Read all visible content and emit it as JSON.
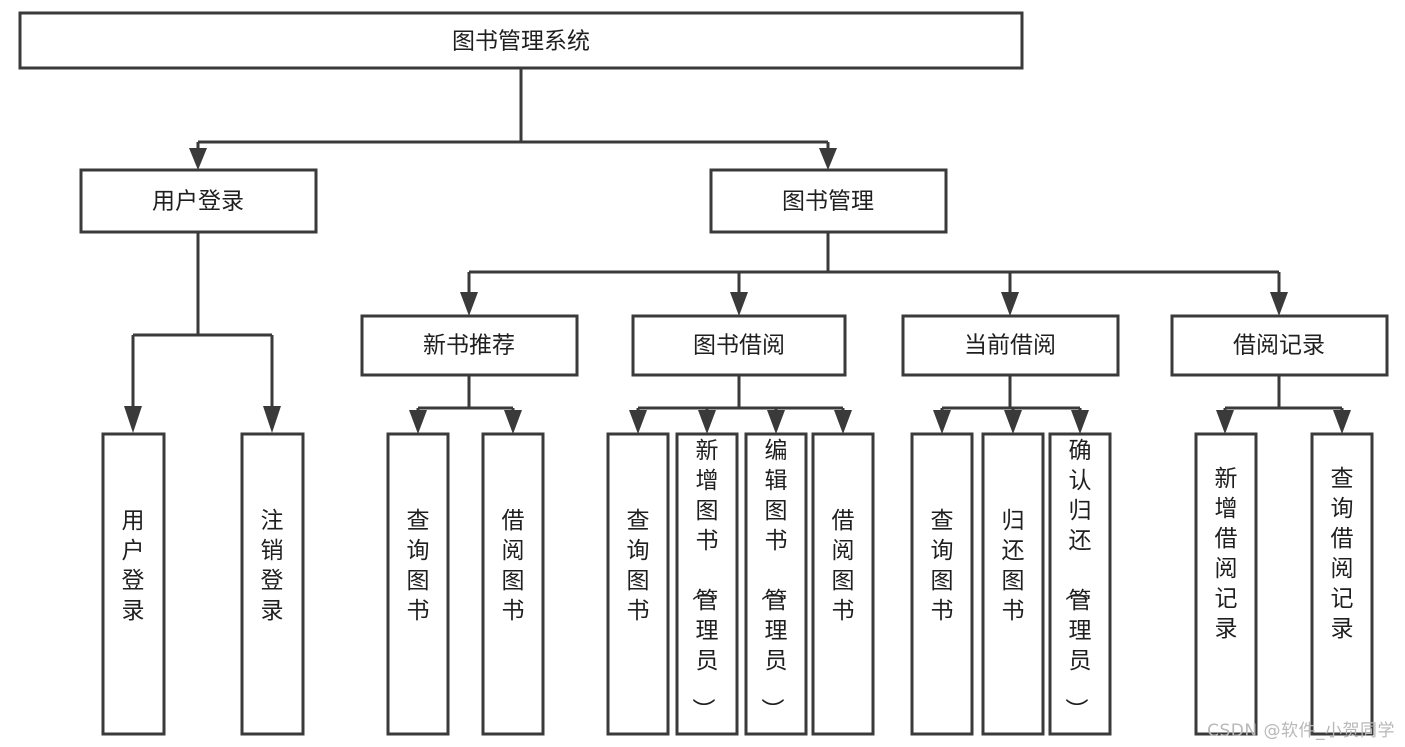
{
  "diagram": {
    "title_node": {
      "label": "图书管理系统"
    },
    "level2": [
      {
        "id": "user-login",
        "label": "用户登录"
      },
      {
        "id": "book-management",
        "label": "图书管理"
      }
    ],
    "level3": [
      {
        "id": "new-book-recommend",
        "label": "新书推荐"
      },
      {
        "id": "book-borrow",
        "label": "图书借阅"
      },
      {
        "id": "current-borrow",
        "label": "当前借阅"
      },
      {
        "id": "borrow-record",
        "label": "借阅记录"
      }
    ],
    "leaves": [
      {
        "id": "leaf-user-login",
        "label": "用户登录"
      },
      {
        "id": "leaf-logout-login",
        "label": "注销登录"
      },
      {
        "id": "leaf-query-book-1",
        "label": "查询图书"
      },
      {
        "id": "leaf-borrow-book-1",
        "label": "借阅图书"
      },
      {
        "id": "leaf-query-book-2",
        "label": "查询图书"
      },
      {
        "id": "leaf-add-book",
        "label": "新增图书（管理员）"
      },
      {
        "id": "leaf-edit-book",
        "label": "编辑图书（管理员）"
      },
      {
        "id": "leaf-borrow-book-2",
        "label": "借阅图书"
      },
      {
        "id": "leaf-query-book-3",
        "label": "查询图书"
      },
      {
        "id": "leaf-return-book",
        "label": "归还图书"
      },
      {
        "id": "leaf-confirm-return",
        "label": "确认归还（管理员）"
      },
      {
        "id": "leaf-add-borrow-record",
        "label": "新增借阅记录"
      },
      {
        "id": "leaf-query-borrow-record",
        "label": "查询借阅记录"
      }
    ],
    "colors": {
      "stroke": "#3a3a3a",
      "fill": "#ffffff",
      "text": "#1f1f1f",
      "watermark": "#b8b8b8"
    }
  },
  "watermark": {
    "text": "CSDN @软件_小贺同学"
  }
}
